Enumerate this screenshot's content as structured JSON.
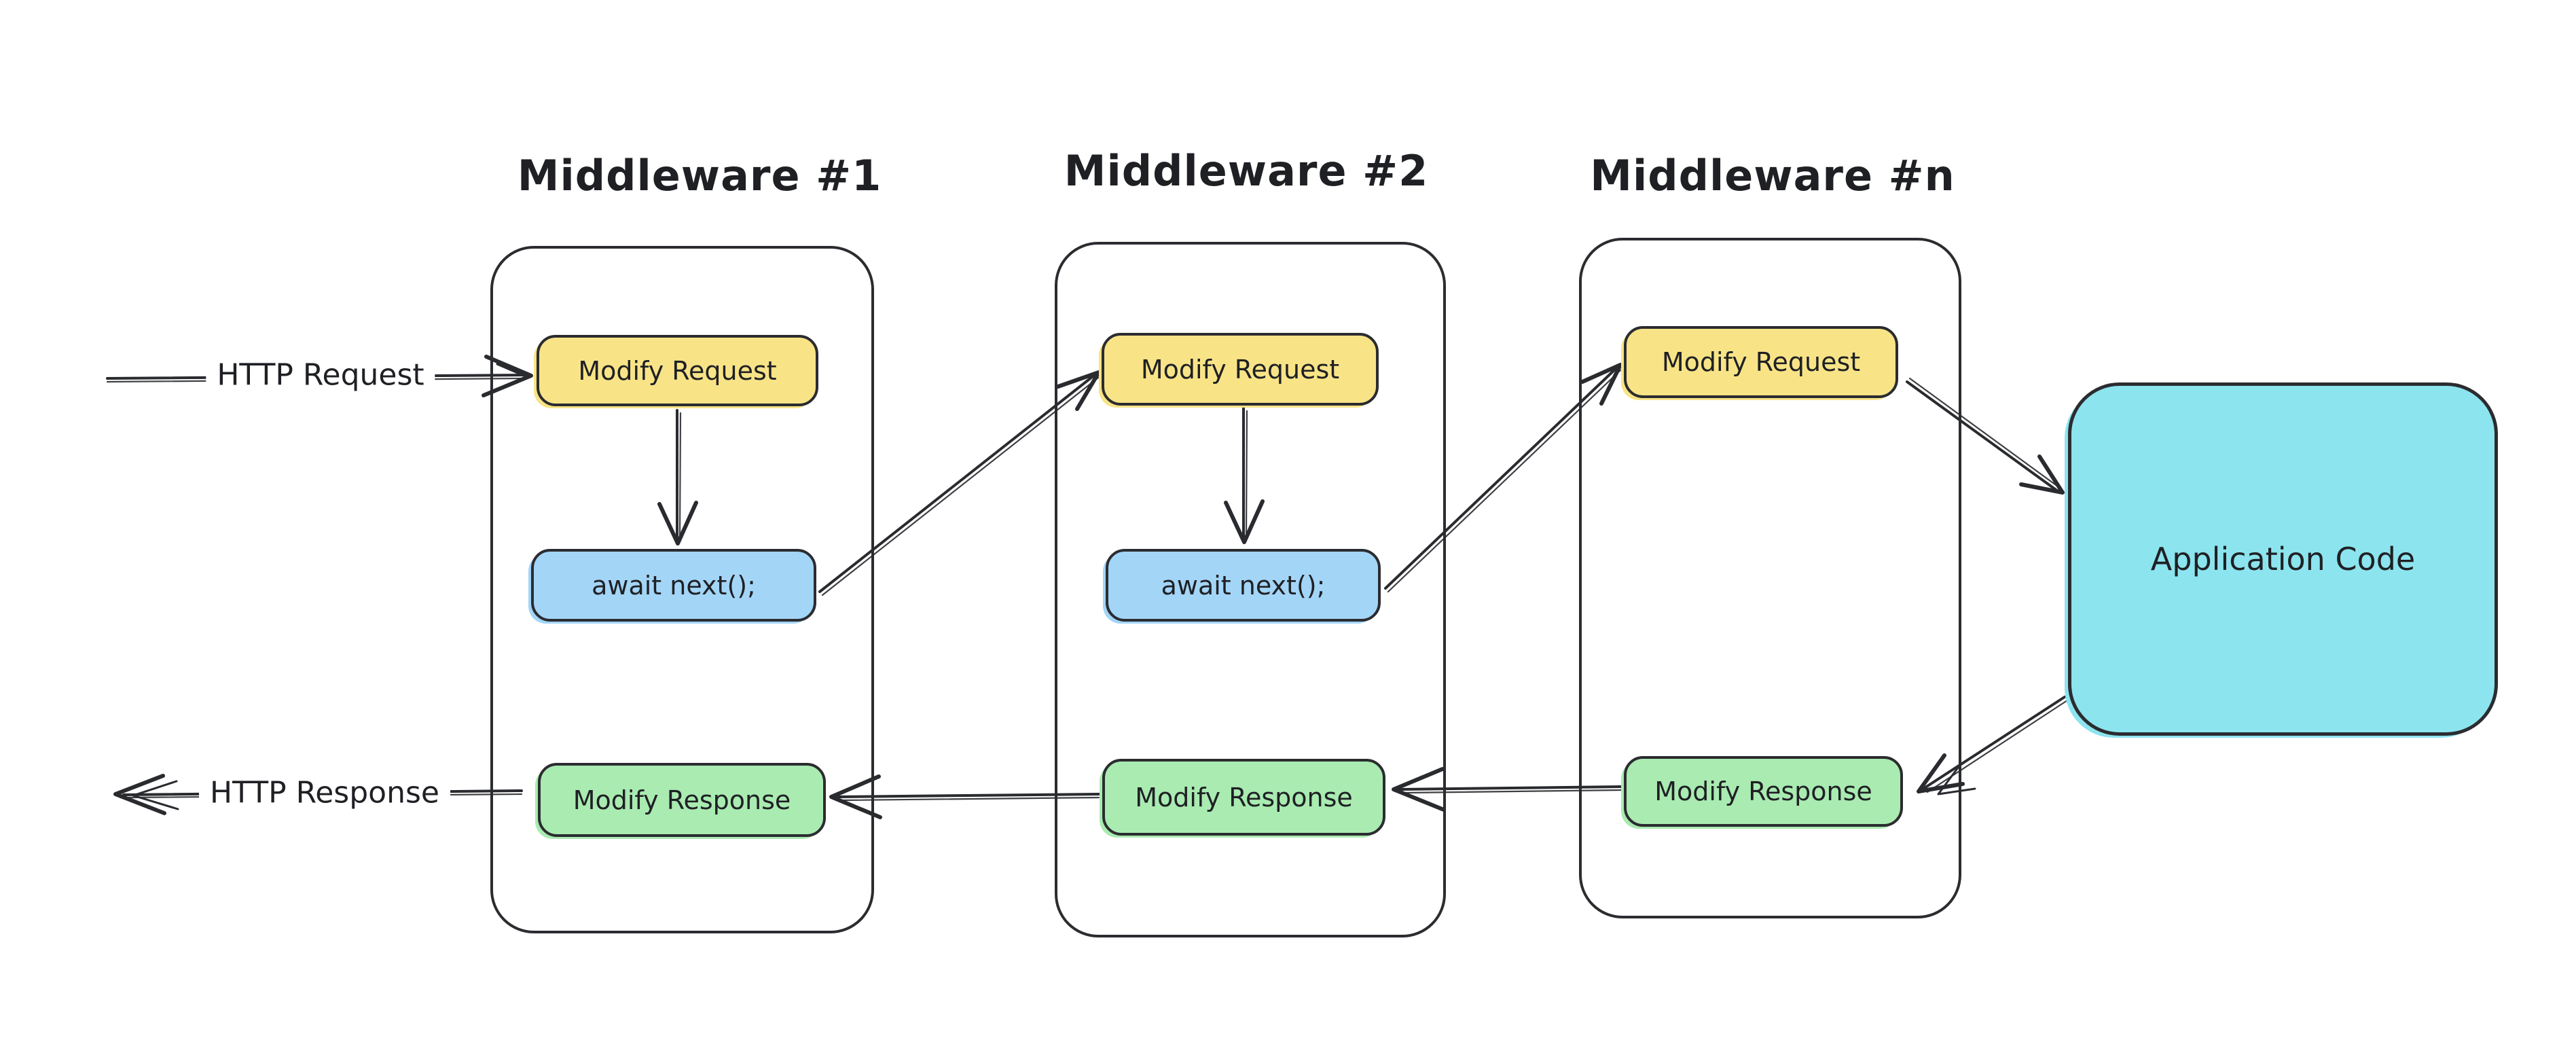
{
  "diagram": {
    "kind": "middleware-flow",
    "colors": {
      "modify_request_fill": "#f8e487",
      "await_next_fill": "#a3d5f7",
      "modify_response_fill": "#a9ebb1",
      "application_fill": "#8ce4ee",
      "stroke": "#2a2b2f",
      "background": "#ffffff"
    },
    "flow": {
      "request_label": "HTTP Request",
      "response_label": "HTTP Response"
    },
    "middlewares": [
      {
        "title": "Middleware #1",
        "modify_request": "Modify Request",
        "await_next": "await next();",
        "modify_response": "Modify Response"
      },
      {
        "title": "Middleware #2",
        "modify_request": "Modify Request",
        "await_next": "await next();",
        "modify_response": "Modify Response"
      },
      {
        "title": "Middleware #n",
        "modify_request": "Modify Request",
        "modify_response": "Modify Response"
      }
    ],
    "application": {
      "label": "Application Code"
    }
  }
}
